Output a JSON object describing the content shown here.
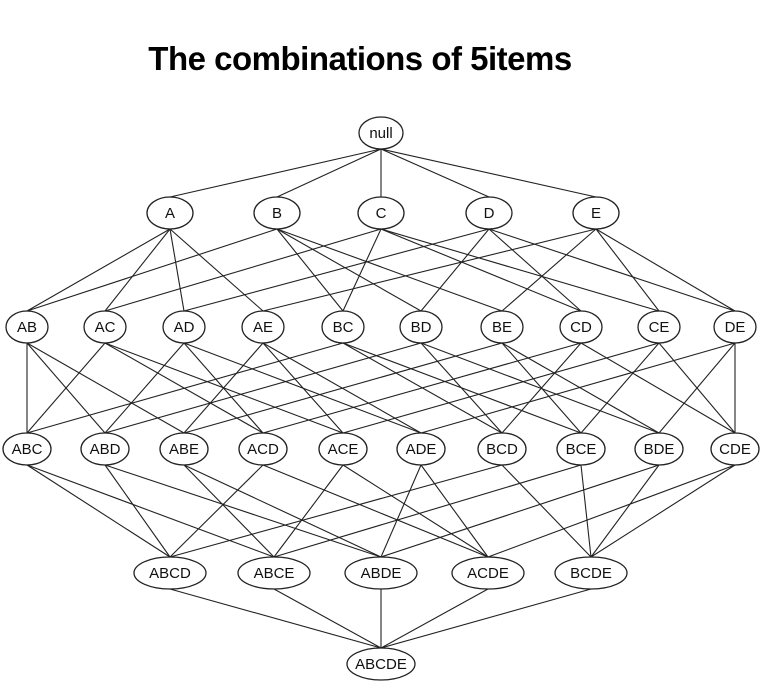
{
  "title": "The combinations of 5items",
  "diagram": {
    "levels": [
      [
        "null"
      ],
      [
        "A",
        "B",
        "C",
        "D",
        "E"
      ],
      [
        "AB",
        "AC",
        "AD",
        "AE",
        "BC",
        "BD",
        "BE",
        "CD",
        "CE",
        "DE"
      ],
      [
        "ABC",
        "ABD",
        "ABE",
        "ACD",
        "ACE",
        "ADE",
        "BCD",
        "BCE",
        "BDE",
        "CDE"
      ],
      [
        "ABCD",
        "ABCE",
        "ABDE",
        "ACDE",
        "BCDE"
      ],
      [
        "ABCDE"
      ]
    ]
  }
}
